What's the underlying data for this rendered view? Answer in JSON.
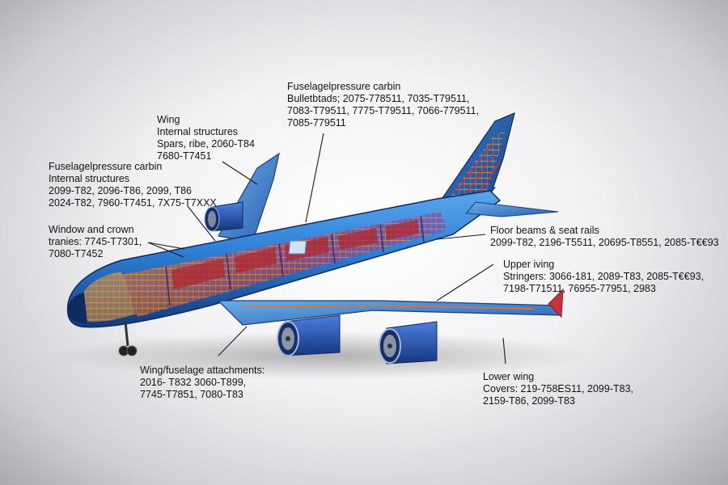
{
  "labels": {
    "fuselage_top": {
      "line1": "Fuselagelpressure carbin",
      "line2": "Bulletbtads; 2075-778511, 7035-T79511,",
      "line3": "7083-T79511, 7775-T79511, 7066-779511,",
      "line4": "7085-779511"
    },
    "wing_internal": {
      "line1": "Wing",
      "line2": "Internal structures",
      "line3": "Spars, ribe, 2060-T84",
      "line4": "7680-T7451"
    },
    "fuselage_internal": {
      "line1": "Fuselagelpressure carbin",
      "line2": "Internal structures",
      "line3": "2099-T82, 2096-T86, 2099, T86",
      "line4": "2024-T82, 7960-T7451, 7X75-T7XXX"
    },
    "window_crown": {
      "line1": "Window and crown",
      "line2": "tranies: 7745-T7301,",
      "line3": "7080-T7452"
    },
    "floor_beams": {
      "line1": "Floor beams & seat rails",
      "line2": "2099-T82, 2196-T5511,  20695-T8551, 2085-T€€93"
    },
    "upper_wing": {
      "line1": "Upper iving",
      "line2": "Stringers:  3066-181, 2089-T83, 2085-T€€93,",
      "line3": "7198-T71511, 76955-77951, 2983"
    },
    "wing_fuselage": {
      "line1": "Wing/fuselage attachments:",
      "line2": "2016- T832 3060-T899,",
      "line3": "7745-T7851, 7080-T83"
    },
    "lower_wing": {
      "line1": "Lower wing",
      "line2": "Covers: 219-758ES11, 2099-T83,",
      "line3": "2159-T86, 2099-T83"
    }
  },
  "colors": {
    "skin_blue": "#2f7fd6",
    "skin_dark": "#14387a",
    "structure_orange": "#e8702a",
    "structure_red": "#c8323c",
    "structure_purple": "#7a3fa8",
    "engine_blue": "#1f4fb8",
    "leader_line": "#1a1a1a"
  }
}
